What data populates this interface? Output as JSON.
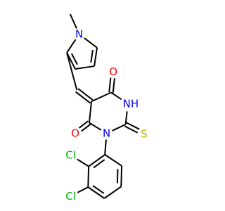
{
  "molecule": {
    "colors": {
      "bond": "#000000",
      "oxygen": "#ff0000",
      "nitrogen": "#0000ff",
      "sulfur": "#b2b200",
      "chlorine": "#00b200",
      "carbon": "#000000"
    },
    "atoms": [
      {
        "id": "a1",
        "element": "C",
        "label": ""
      },
      {
        "id": "n1",
        "element": "N",
        "label": "N"
      },
      {
        "id": "c_pyr2",
        "element": "C",
        "label": ""
      },
      {
        "id": "c_pyr3",
        "element": "C",
        "label": ""
      },
      {
        "id": "c_pyr4",
        "element": "C",
        "label": ""
      },
      {
        "id": "c_pyr5",
        "element": "C",
        "label": ""
      },
      {
        "id": "c_exo",
        "element": "C",
        "label": ""
      },
      {
        "id": "c5",
        "element": "C",
        "label": ""
      },
      {
        "id": "c4",
        "element": "C",
        "label": ""
      },
      {
        "id": "o4",
        "element": "O",
        "label": "O"
      },
      {
        "id": "n3",
        "element": "N",
        "label": "NH"
      },
      {
        "id": "c2",
        "element": "C",
        "label": ""
      },
      {
        "id": "s2",
        "element": "S",
        "label": "S"
      },
      {
        "id": "n1r",
        "element": "N",
        "label": "N"
      },
      {
        "id": "c6",
        "element": "C",
        "label": ""
      },
      {
        "id": "o6",
        "element": "O",
        "label": "O"
      },
      {
        "id": "ph1",
        "element": "C",
        "label": ""
      },
      {
        "id": "ph2",
        "element": "C",
        "label": ""
      },
      {
        "id": "cl2",
        "element": "Cl",
        "label": "Cl"
      },
      {
        "id": "ph3",
        "element": "C",
        "label": ""
      },
      {
        "id": "cl3",
        "element": "Cl",
        "label": "Cl"
      },
      {
        "id": "ph4",
        "element": "C",
        "label": ""
      },
      {
        "id": "ph5",
        "element": "C",
        "label": ""
      },
      {
        "id": "ph6",
        "element": "C",
        "label": ""
      }
    ],
    "bonds": [
      {
        "a": "a1",
        "b": "n1",
        "order": 1
      },
      {
        "a": "n1",
        "b": "c_pyr2",
        "order": 1
      },
      {
        "a": "c_pyr2",
        "b": "c_pyr3",
        "order": 2
      },
      {
        "a": "c_pyr3",
        "b": "c_pyr4",
        "order": 1
      },
      {
        "a": "c_pyr4",
        "b": "c_pyr5",
        "order": 2
      },
      {
        "a": "c_pyr5",
        "b": "n1",
        "order": 1
      },
      {
        "a": "c_pyr2",
        "b": "c_exo",
        "order": 1
      },
      {
        "a": "c_exo",
        "b": "c5",
        "order": 2
      },
      {
        "a": "c5",
        "b": "c4",
        "order": 1
      },
      {
        "a": "c4",
        "b": "o4",
        "order": 2
      },
      {
        "a": "c4",
        "b": "n3",
        "order": 1
      },
      {
        "a": "n3",
        "b": "c2",
        "order": 1
      },
      {
        "a": "c2",
        "b": "s2",
        "order": 2
      },
      {
        "a": "c2",
        "b": "n1r",
        "order": 1
      },
      {
        "a": "n1r",
        "b": "c6",
        "order": 1
      },
      {
        "a": "c6",
        "b": "c5",
        "order": 1
      },
      {
        "a": "c6",
        "b": "o6",
        "order": 2
      },
      {
        "a": "n1r",
        "b": "ph1",
        "order": 1
      },
      {
        "a": "ph1",
        "b": "ph2",
        "order": 2
      },
      {
        "a": "ph2",
        "b": "cl2",
        "order": 1
      },
      {
        "a": "ph2",
        "b": "ph3",
        "order": 1
      },
      {
        "a": "ph3",
        "b": "cl3",
        "order": 1
      },
      {
        "a": "ph3",
        "b": "ph4",
        "order": 2
      },
      {
        "a": "ph4",
        "b": "ph5",
        "order": 1
      },
      {
        "a": "ph5",
        "b": "ph6",
        "order": 2
      },
      {
        "a": "ph6",
        "b": "ph1",
        "order": 1
      }
    ]
  }
}
